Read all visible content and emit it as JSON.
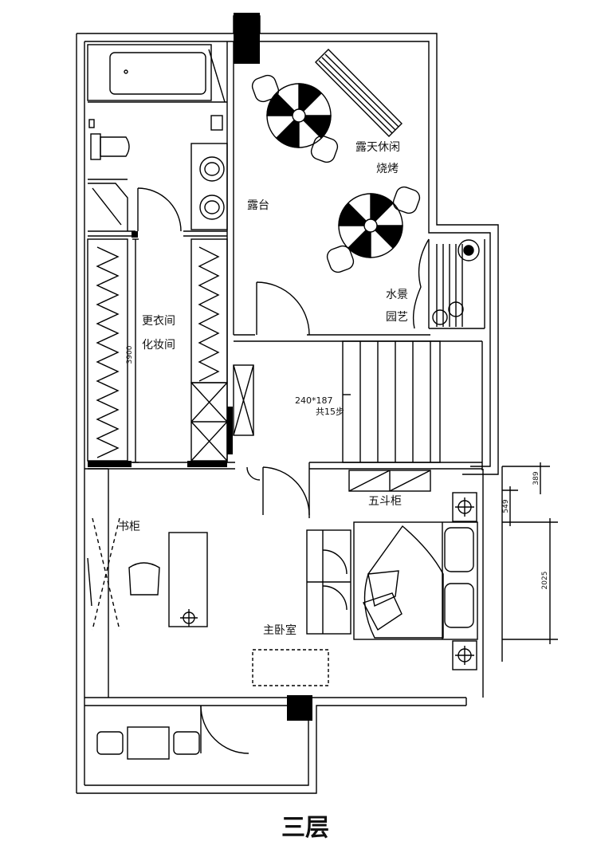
{
  "floor_title": "三层",
  "rooms": {
    "terrace": "露台",
    "outdoor_leisure_1": "露天休闲",
    "outdoor_leisure_2": "烧烤",
    "water_garden_1": "水景",
    "water_garden_2": "园艺",
    "dressing_1": "更衣间",
    "dressing_2": "化妆间",
    "bookcase": "书柜",
    "chest": "五斗柜",
    "master_bedroom": "主卧室"
  },
  "stair_note_1": "240*187",
  "stair_note_2": "共15步",
  "dimensions": {
    "closet_length": "3900",
    "dim_a": "389",
    "dim_b": "549",
    "dim_c": "2025"
  }
}
